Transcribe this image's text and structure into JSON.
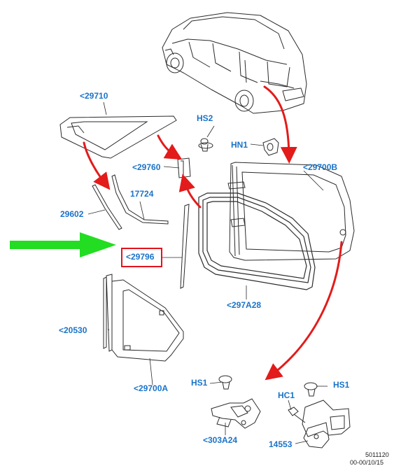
{
  "labels": {
    "part_29710": "<29710",
    "part_hs2": "HS2",
    "part_hn1": "HN1",
    "part_29760": "<29760",
    "part_29700b": "<29700B",
    "part_17724": "17724",
    "part_29602": "29602",
    "part_29796": "<29796",
    "part_297a28": "<297A28",
    "part_20530": "<20530",
    "part_29700a": "<29700A",
    "part_hs1_left": "HS1",
    "part_hs1_right": "HS1",
    "part_hc1": "HC1",
    "part_303a24": "<303A24",
    "part_14553": "14553"
  },
  "footer": {
    "code": "5011120",
    "code_partial": "00-00/10/15"
  },
  "colors": {
    "label": "#1a73c9",
    "callout_arrow": "#e31b1b",
    "pointer_arrow": "#22dd22",
    "highlight_box": "#e0141e",
    "line_art": "#2b2b2b"
  },
  "highlighted_part": "<29796"
}
